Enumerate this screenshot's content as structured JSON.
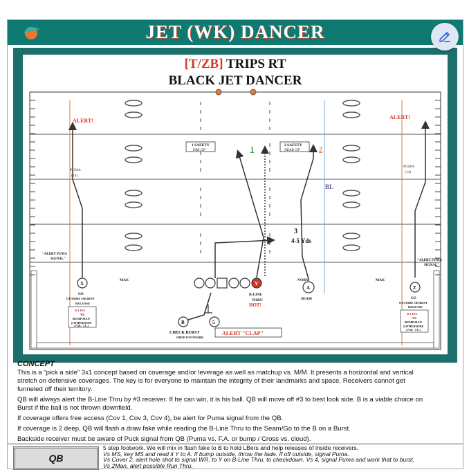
{
  "banner": {
    "title": "JET (WK) DANCER"
  },
  "icons": {
    "logo": "dolphin-logo-icon",
    "edit": "pencil-edit-icon"
  },
  "colors": {
    "banner": "#0f7a72",
    "frame": "#1c6f6a",
    "accent_red": "#d23a2a",
    "route": "#333333",
    "blue_line": "#7aa6d6",
    "orange_line": "#e07a3a"
  },
  "play": {
    "formation_tag": "[T/ZB]",
    "formation_rest": " TRIPS RT",
    "name": "BLACK JET DANCER"
  },
  "diagram": {
    "alert_left": "ALERT!",
    "alert_right": "ALERT!",
    "puma_left": "PUMA",
    "puma_left_num": "(14)",
    "puma_right": "PUMA",
    "puma_right_num": "(14)",
    "safety1_top": "1 SAFETY",
    "safety1_bottom": "FAR GP",
    "safety2_top": "2 SAFETY",
    "safety2_bottom": "NEAR GP",
    "num1": "1",
    "num2": "2",
    "num3": "3",
    "bl": "BL",
    "depth": "4-5 Yds",
    "alert_puma_left_1": "\"ALERT PUMA",
    "alert_puma_left_2": "SIGNAL\"",
    "alert_puma_right_1": "\"ALERT PUMA",
    "alert_puma_right_2": "SIGNAL\"",
    "max_left": "MAX",
    "max_right": "MAX",
    "norm": "NORM",
    "player_x": "X",
    "player_y": "Y",
    "player_a": "A",
    "player_z": "Z",
    "player_b": "B",
    "player_5": "5",
    "x_go": "GO",
    "x_outside_1": "OUTSIDE OR BEST",
    "x_outside_2": "RELEASE",
    "x_box_1": "B-LINE",
    "x_box_2": "VS",
    "x_box_3": "BUMP MAN",
    "x_box_4": "(OTHERWISE",
    "x_box_5": "4 Yds - 5 L.)",
    "z_go": "GO",
    "z_outside_1": "OUTSIDE OR BEST",
    "z_outside_2": "RELEASE",
    "z_box_1": "B-LINE",
    "z_box_2": "VS",
    "z_box_3": "BUMP MAN",
    "z_box_4": "(OTHERWISE",
    "z_box_5": "4 Yds - 5 L.)",
    "y_label_1": "B-LINE",
    "y_label_2": "THRU",
    "y_hot": "HOT!",
    "a_label": "SEAM",
    "check_burst": "CHECK BURST",
    "drop": "DROP FOOTWORK",
    "alert_clap": "ALERT \"CLAP\""
  },
  "concept": {
    "heading": "CONCEPT",
    "p1a": "This is a “pick a side” 3x1 concept based on coverage and/or leverage as well as matchup vs. M/M.  It presents a horizontal and vertical",
    "p1b": "stretch on defensive coverages.  The key is for everyone to maintain the integrity of their landmarks and space.  Receivers cannot get",
    "p1c": "funneled off their territory.",
    "p2a": "QB will always alert the B-Line Thru by #3 receiver.  If he can win, it is his ball.  QB will move off #3 to best look side.  B is a viable choice on",
    "p2b": "Burst if the ball is not thrown downfield.",
    "p3": "If coverage offers free access (Cov 1, Cov 3, Cov 4), be alert for Puma signal from the QB.",
    "p4": "If coverage is 2 deep, QB will flash a draw fake while reading the B-Line Thru to the Seam/Go to the B on a Burst.",
    "p5": "Backside receiver must be aware of Puck signal from QB (Puma vs. F.A. or bump / Cross vs. cloud)."
  },
  "qb": {
    "label": "QB",
    "line1": "5 step footwork. We will mix in flash fake to B to hold LBers and help releases of inside receivers.",
    "line2": "Vs MS, key MS and read it Y to A. If bump outside, throw the fade. If off outside, signal Puma.",
    "line3": "Vs Cover 2, alert hole shot to signal WR, to Y on B-Line Thru, to checkdown. Vs 4, signal Puma and work that to burst.",
    "line4": "Vs 2Man, alert possible Run Thru."
  }
}
